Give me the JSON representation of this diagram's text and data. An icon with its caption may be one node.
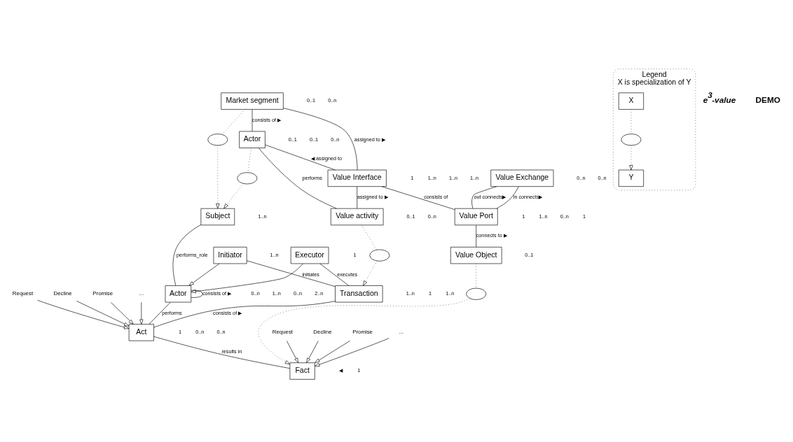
{
  "diagram": {
    "nodes": [
      {
        "text": [
          "Market segment"
        ]
      },
      {
        "text": [
          "Value Interface"
        ]
      },
      {
        "text": [
          "Actor"
        ]
      },
      {
        "text": [
          "Value Exchange"
        ]
      },
      {
        "text": [
          "Value Port"
        ]
      },
      {
        "text": [
          "Value activity"
        ]
      },
      {
        "text": [
          "Value Object"
        ]
      },
      {
        "text": [
          "Subject"
        ]
      },
      {
        "text": [
          "Initiator"
        ]
      },
      {
        "text": [
          "Executor"
        ]
      },
      {
        "text": [
          "Actor"
        ]
      },
      {
        "text": [
          "Transaction"
        ]
      },
      {
        "text": [
          "Act"
        ]
      },
      {
        "text": [
          "Fact"
        ]
      },
      {
        "text": [],
        "shape": "ellipse"
      },
      {
        "text": [],
        "shape": "ellipse"
      },
      {
        "text": [],
        "shape": "ellipse"
      },
      {
        "text": [],
        "shape": "ellipse"
      },
      {
        "text": [
          "Request"
        ]
      },
      {
        "text": [
          "Decline"
        ]
      },
      {
        "text": [
          "Promise"
        ]
      },
      {
        "text": [
          "..."
        ]
      },
      {
        "text": [
          "Request"
        ]
      },
      {
        "text": [
          "Decline"
        ]
      },
      {
        "text": [
          "Promise"
        ]
      },
      {
        "text": [
          "..."
        ]
      },
      {
        "text": [
          "Legend",
          "X is specialization of Y"
        ]
      },
      {
        "text": [
          "X"
        ],
        "in": 26
      },
      {
        "text": [],
        "shape": "ellipse",
        "in": 26
      },
      {
        "text": [
          "Y"
        ],
        "in": 26
      }
    ],
    "edges": [
      {
        "from": 0,
        "to": 2,
        "arrow": "none",
        "label": "consists of ▶"
      },
      {
        "from": 0,
        "to": 1,
        "arrow": "none",
        "label": "assigned to ▶"
      },
      {
        "from": 2,
        "to": 1,
        "arrow": "none",
        "label": "◀ assigned to"
      },
      {
        "from": 1,
        "to": 4,
        "arrow": "none",
        "label": "consists of"
      },
      {
        "from": 1,
        "to": 5,
        "arrow": "none",
        "label": "assigned to ▶"
      },
      {
        "from": 2,
        "to": 5,
        "arrow": "none",
        "label": "performs"
      },
      {
        "from": 3,
        "to": 4,
        "arrow": "none",
        "label": "in connects▶"
      },
      {
        "from": 3,
        "to": 4,
        "arrow": "none",
        "label": "out connects▶"
      },
      {
        "from": 4,
        "to": 6,
        "arrow": "none",
        "label": "connects to ▶"
      },
      {
        "from": 0,
        "to": 14,
        "arrow": "none",
        "style": "dashed"
      },
      {
        "from": 14,
        "to": 7,
        "arrow": "to",
        "style": "dashed"
      },
      {
        "from": 2,
        "to": 15,
        "arrow": "none",
        "style": "dashed"
      },
      {
        "from": 15,
        "to": 7,
        "arrow": "to",
        "style": "dashed"
      },
      {
        "from": 5,
        "to": 16,
        "arrow": "none",
        "style": "dashed"
      },
      {
        "from": 16,
        "to": 11,
        "arrow": "to",
        "style": "dashed"
      },
      {
        "from": 6,
        "to": 17,
        "arrow": "none",
        "style": "dashed"
      },
      {
        "from": 17,
        "to": 13,
        "arrow": "to",
        "style": "dashed"
      },
      {
        "from": 7,
        "to": 10,
        "arrow": "none",
        "label": "performs_role"
      },
      {
        "from": 8,
        "to": 10,
        "arrow": "to"
      },
      {
        "from": 9,
        "to": 10,
        "arrow": "to"
      },
      {
        "from": 10,
        "to": 10,
        "arrow": "none",
        "label": "consists of ▶"
      },
      {
        "from": 8,
        "to": 11,
        "arrow": "none",
        "label": "initiates"
      },
      {
        "from": 9,
        "to": 11,
        "arrow": "none",
        "label": "executes"
      },
      {
        "from": 10,
        "to": 12,
        "arrow": "none",
        "label": "performs"
      },
      {
        "from": 11,
        "to": 12,
        "arrow": "none",
        "label": "consists of ▶"
      },
      {
        "from": 12,
        "to": 13,
        "arrow": "none",
        "label": "results in"
      },
      {
        "from": 18,
        "to": 12,
        "arrow": "to"
      },
      {
        "from": 19,
        "to": 12,
        "arrow": "to"
      },
      {
        "from": 20,
        "to": 12,
        "arrow": "to"
      },
      {
        "from": 21,
        "to": 12,
        "arrow": "to"
      },
      {
        "from": 22,
        "to": 13,
        "arrow": "to"
      },
      {
        "from": 23,
        "to": 13,
        "arrow": "to"
      },
      {
        "from": 24,
        "to": 13,
        "arrow": "to"
      },
      {
        "from": 25,
        "to": 13,
        "arrow": "to"
      },
      {
        "from": 27,
        "to": 28,
        "arrow": "none",
        "style": "dashed"
      },
      {
        "from": 28,
        "to": 29,
        "arrow": "to",
        "style": "dashed"
      }
    ],
    "labels": [
      "0..n",
      "0..1",
      "1..n",
      "1..n",
      "0..1",
      "0..n",
      "1",
      "1..n",
      "0..1",
      "1..n",
      "0..n",
      "0..n",
      "1",
      "0..n",
      "1",
      "0..1",
      "0..n",
      "0..1",
      "1..n",
      "1..n",
      "1..n",
      "0..n",
      "1",
      "2..n",
      "0..n",
      "1..n",
      "1..n",
      "0..n",
      "1",
      "0..n",
      "1",
      "◀",
      "1",
      "e$^{3}$-value",
      "DEMO"
    ]
  }
}
